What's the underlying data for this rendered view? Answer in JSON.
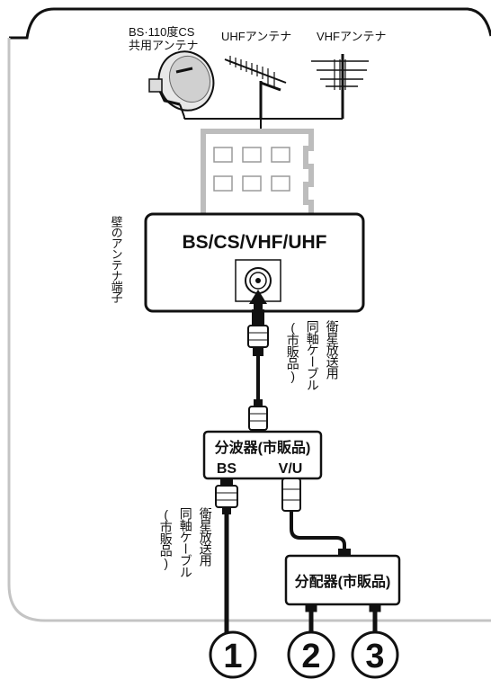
{
  "antennas": {
    "bs_cs_line1": "BS·110度CS",
    "bs_cs_line2": "共用アンテナ",
    "uhf": "UHFアンテナ",
    "vhf": "VHFアンテナ"
  },
  "wall_terminal": {
    "side_label": "壁のアンテナ端子",
    "title": "BS/CS/VHF/UHF"
  },
  "cable_upper": {
    "col1": "衛星放送用",
    "col2": "同軸ケーブル",
    "col3": "(市販品)"
  },
  "splitter": {
    "title": "分波器(市販品)",
    "port_bs": "BS",
    "port_vu": "V/U"
  },
  "cable_lower": {
    "col1": "衛星放送用",
    "col2": "同軸ケーブル",
    "col3": "(市販品)"
  },
  "distributor": {
    "title": "分配器(市販品)"
  },
  "outputs": [
    "1",
    "2",
    "3"
  ],
  "colors": {
    "frame": "#bfbfbf",
    "building": "#bdbdbd",
    "ink": "#111111"
  }
}
